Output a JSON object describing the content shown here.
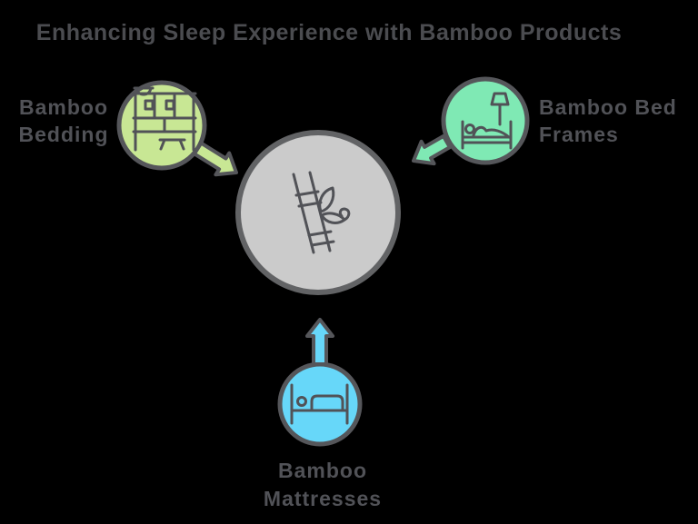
{
  "title": "Enhancing Sleep Experience with Bamboo Products",
  "colors": {
    "background": "#000000",
    "outline": "#55565a",
    "text": "#515257",
    "center_fill": "#cbcbcb",
    "center_outline": "#626365"
  },
  "center_node": {
    "icon": "bamboo-icon",
    "fill": "#cbcbcb"
  },
  "nodes": {
    "bedding": {
      "line1": "Bamboo",
      "line2": "Bedding",
      "fill": "#c8e794",
      "icon": "linen-shelf-icon"
    },
    "bed_frames": {
      "line1": "Bamboo Bed",
      "line2": "Frames",
      "fill": "#7fe9b4",
      "icon": "bed-lamp-icon"
    },
    "mattresses": {
      "line1": "Bamboo",
      "line2": "Mattresses",
      "fill": "#67d7f9",
      "icon": "bed-icon"
    }
  }
}
